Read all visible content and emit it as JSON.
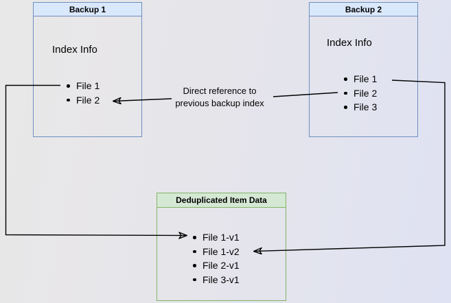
{
  "diagram": {
    "backup1": {
      "title": "Backup 1",
      "heading": "Index Info",
      "items": [
        "File 1",
        "File 2"
      ]
    },
    "backup2": {
      "title": "Backup 2",
      "heading": "Index Info",
      "items": [
        "File 1",
        "File 2",
        "File 3"
      ]
    },
    "dedup": {
      "title": "Deduplicated Item Data",
      "items": [
        "File 1-v1",
        "File 1-v2",
        "File 2-v1",
        "File 3-v1"
      ]
    },
    "annotation": {
      "line1": "Direct reference to",
      "line2": "previous backup index"
    }
  },
  "colors": {
    "blue_fill": "#dae8fc",
    "blue_border": "#6c8ebf",
    "green_fill": "#d5e8d4",
    "green_border": "#82b366",
    "arrow": "#000000",
    "text": "#000000",
    "bg_left": "#e9e8e8",
    "bg_right": "#dfe2f3"
  }
}
